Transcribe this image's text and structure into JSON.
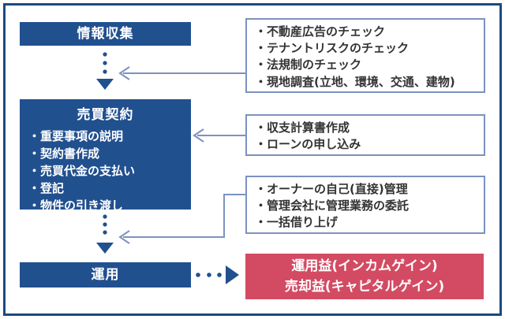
{
  "diagram": {
    "title_hint": "real-estate investment flow",
    "left_flow": {
      "step1": {
        "title": "情報収集"
      },
      "step2": {
        "title": "売買契約",
        "items": [
          "・重要事項の説明",
          "・契約書作成",
          "・売買代金の支払い",
          "・登記",
          "・物件の引き渡し"
        ]
      },
      "step3": {
        "title": "運用"
      }
    },
    "side_notes": {
      "note1": {
        "items": [
          "・不動産広告のチェック",
          "・テナントリスクのチェック",
          "・法規制のチェック",
          "・現地調査(立地、環境、交通、建物)"
        ]
      },
      "note2": {
        "items": [
          "・収支計算書作成",
          "・ローンの申し込み"
        ]
      },
      "note3": {
        "items": [
          "・オーナーの自己(直接)管理",
          "・管理会社に管理業務の委託",
          "・一括借り上げ"
        ]
      }
    },
    "result": {
      "line1": "運用益(インカムゲイン)",
      "line2": "売却益(キャピタルゲイン)"
    },
    "colors": {
      "navy": "#21508f",
      "steel": "#7b92c0",
      "red": "#d34b63",
      "frame": "#1c4a80",
      "text_dark": "#333333"
    }
  }
}
